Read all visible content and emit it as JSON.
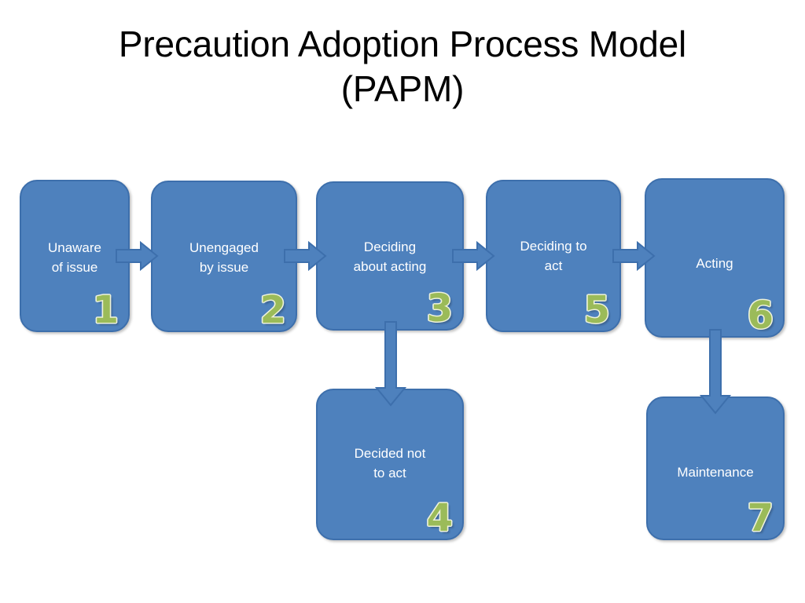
{
  "slide": {
    "title": "Precaution Adoption Process Model\n(PAPM)",
    "background_color": "#FFFFFF"
  },
  "theme": {
    "node_fill": "#4E81BD",
    "node_border": "#3D6FAC",
    "node_text_color": "#FFFFFF",
    "number_color": "#9BBB59",
    "number_outline_color": "#EEF2DC",
    "arrow_fill": "#4E81BD",
    "arrow_border": "#3D6FAC"
  },
  "diagram": {
    "type": "flowchart",
    "nodes": [
      {
        "id": "stage1",
        "label": "Unaware\nof issue",
        "number": "1"
      },
      {
        "id": "stage2",
        "label": "Unengaged\nby issue",
        "number": "2"
      },
      {
        "id": "stage3",
        "label": "Deciding\nabout acting",
        "number": "3"
      },
      {
        "id": "stage4",
        "label": "Decided not\nto act",
        "number": "4"
      },
      {
        "id": "stage5",
        "label": "Deciding to\nact",
        "number": "5"
      },
      {
        "id": "stage6",
        "label": "Acting",
        "number": "6"
      },
      {
        "id": "stage7",
        "label": "Maintenance",
        "number": "7"
      }
    ],
    "edges": [
      {
        "from": "stage1",
        "to": "stage2",
        "direction": "right"
      },
      {
        "from": "stage2",
        "to": "stage3",
        "direction": "right"
      },
      {
        "from": "stage3",
        "to": "stage5",
        "direction": "right"
      },
      {
        "from": "stage5",
        "to": "stage6",
        "direction": "right"
      },
      {
        "from": "stage3",
        "to": "stage4",
        "direction": "down"
      },
      {
        "from": "stage6",
        "to": "stage7",
        "direction": "down"
      }
    ]
  }
}
